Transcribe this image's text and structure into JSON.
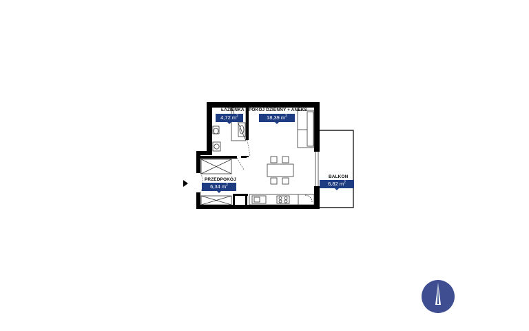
{
  "colors": {
    "accent": "#1e3c82",
    "compass": "#3f4e91",
    "wall": "#000000",
    "thin_line": "#333333"
  },
  "rooms": {
    "bathroom": {
      "name": "ŁAZIENKA",
      "area_value": "4,72 m",
      "area_sup": "2"
    },
    "living": {
      "name": "POKÓJ DZIENNY + ANEKS",
      "area_value": "18,39 m",
      "area_sup": "2"
    },
    "hall": {
      "name": "PRZEDPOKÓJ",
      "area_value": "6,34 m",
      "area_sup": "2"
    },
    "balcony": {
      "name": "BALKON",
      "area_value": "6,82 m",
      "area_sup": "2"
    }
  },
  "icons": {
    "entrance": "entrance-arrow-icon",
    "compass": "north-compass-icon"
  }
}
